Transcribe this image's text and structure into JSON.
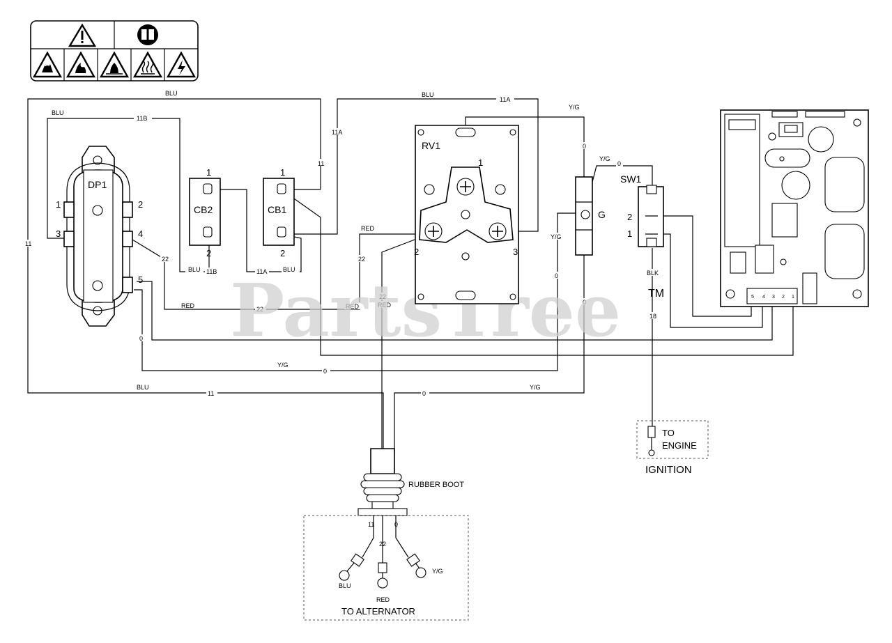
{
  "components": {
    "dp1": "DP1",
    "cb1": "CB1",
    "cb2": "CB2",
    "rv1": "RV1",
    "sw1": "SW1",
    "ground": "G"
  },
  "pins": {
    "dp1": [
      "1",
      "2",
      "3",
      "4",
      "5"
    ],
    "cb_top": "1",
    "cb_bottom": "2",
    "rv1": [
      "1",
      "2",
      "3"
    ],
    "sw1": [
      "2",
      "1"
    ],
    "connector": [
      "5",
      "4",
      "3",
      "2",
      "1"
    ]
  },
  "wires": {
    "blu": "BLU",
    "red": "RED",
    "yg": "Y/G",
    "blk": "BLK",
    "n11": "11",
    "n11a": "11A",
    "n11b": "11B",
    "n22": "22",
    "n0": "0",
    "n18": "18"
  },
  "labels": {
    "to_engine_1": "TO",
    "to_engine_2": "ENGINE",
    "ignition": "IGNITION",
    "rubber_boot": "RUBBER BOOT",
    "to_alternator": "TO ALTERNATOR",
    "watermark": "PartsTree",
    "tm": "TM"
  },
  "icons": [
    "warning-triangle-icon",
    "read-manual-icon",
    "explosion-icon",
    "fire-icon",
    "flame-icon",
    "hot-surface-icon",
    "electric-shock-icon"
  ]
}
